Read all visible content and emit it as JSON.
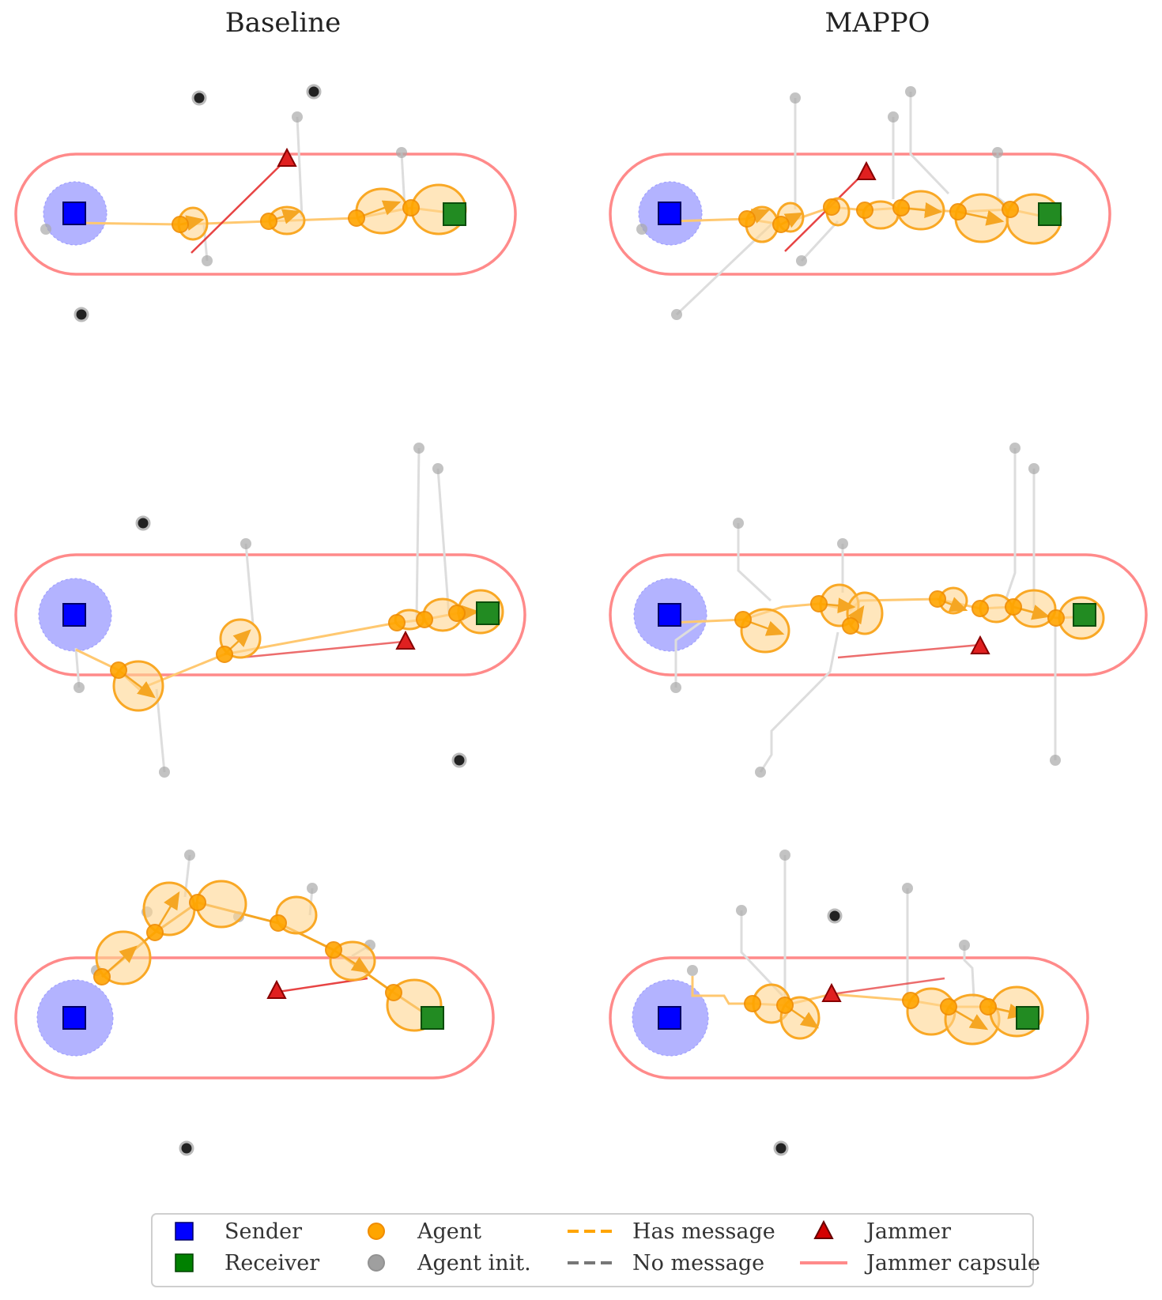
{
  "titles": [
    "Baseline",
    "MAPPO"
  ],
  "legend": {
    "items": [
      {
        "label": "Sender",
        "marker": "square",
        "color": "#0000ff"
      },
      {
        "label": "Receiver",
        "marker": "square",
        "color": "#008000"
      },
      {
        "label": "Agent",
        "marker": "circle",
        "color": "#ffa500"
      },
      {
        "label": "Agent init.",
        "marker": "circle",
        "color": "#888888"
      },
      {
        "label": "Has message",
        "marker": "dash",
        "color": "#ffa500"
      },
      {
        "label": "No message",
        "marker": "dash",
        "color": "#777777"
      },
      {
        "label": "Jammer",
        "marker": "triangle",
        "color": "#d40000"
      },
      {
        "label": "Jammer capsule",
        "marker": "line",
        "color": "#ff8a8a"
      }
    ]
  },
  "colors": {
    "sender": "#0000ff",
    "receiver": "#008000",
    "agent": "#ffa500",
    "agent_init": "#888888",
    "jammer": "#d40000",
    "capsule": "#ff8a8a",
    "sender_range": "#b3b3ff",
    "stray_agent": "#222222"
  }
}
